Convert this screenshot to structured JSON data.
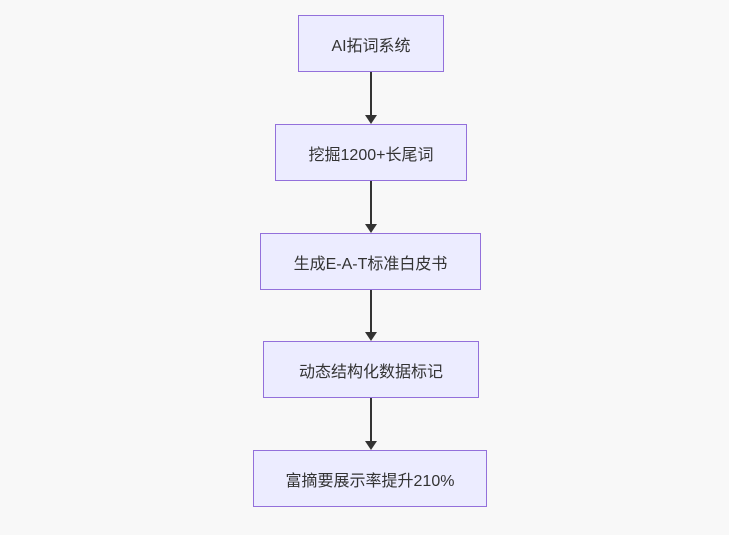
{
  "flowchart": {
    "type": "vertical-flowchart",
    "nodes": [
      {
        "id": "node-1",
        "label": "AI拓词系统"
      },
      {
        "id": "node-2",
        "label": "挖掘1200+长尾词"
      },
      {
        "id": "node-3",
        "label": "生成E-A-T标准白皮书"
      },
      {
        "id": "node-4",
        "label": "动态结构化数据标记"
      },
      {
        "id": "node-5",
        "label": "富摘要展示率提升210%"
      }
    ],
    "edges": [
      {
        "from": "node-1",
        "to": "node-2"
      },
      {
        "from": "node-2",
        "to": "node-3"
      },
      {
        "from": "node-3",
        "to": "node-4"
      },
      {
        "from": "node-4",
        "to": "node-5"
      }
    ],
    "colors": {
      "background": "#f8f8f8",
      "node_fill": "#ececff",
      "node_border": "#9370db",
      "node_text": "#333333",
      "arrow": "#333333"
    }
  }
}
